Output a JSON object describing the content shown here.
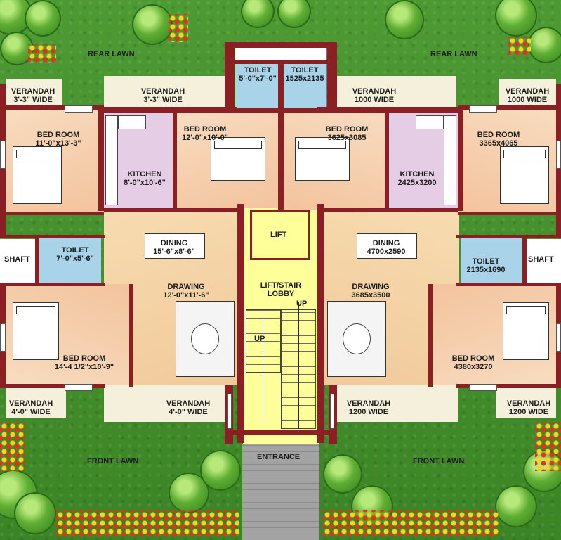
{
  "lawns": {
    "rear_left": "REAR LAWN",
    "rear_right": "REAR LAWN",
    "front_left": "FRONT LAWN",
    "front_right": "FRONT LAWN"
  },
  "entrance": "ENTRANCE",
  "core": {
    "lift": "LIFT",
    "lobby_line1": "LIFT/STAIR",
    "lobby_line2": "LOBBY",
    "up_top": "UP",
    "up_bottom": "UP"
  },
  "left_unit": {
    "toilet_top": {
      "name": "TOILET",
      "size": "5'-0\"x7'-0\""
    },
    "verandah_rear_outer": {
      "name": "VERANDAH",
      "size": "3'-3\" WIDE"
    },
    "verandah_rear_inner": {
      "name": "VERANDAH",
      "size": "3'-3\" WIDE"
    },
    "bedroom_rear": {
      "name": "BED ROOM",
      "size": "11'-0\"x13'-3\""
    },
    "kitchen": {
      "name": "KITCHEN",
      "size": "8'-0\"x10'-6\""
    },
    "bedroom_center": {
      "name": "BED ROOM",
      "size": "12'-0\"x10'-0\""
    },
    "shaft": "SHAFT",
    "toilet_side": {
      "name": "TOILET",
      "size": "7'-0\"x5'-6\""
    },
    "dining": {
      "name": "DINING",
      "size": "15'-6\"x8'-6\""
    },
    "drawing": {
      "name": "DRAWING",
      "size": "12'-0\"x11'-6\""
    },
    "bedroom_front": {
      "name": "BED ROOM",
      "size": "14'-4 1/2\"x10'-9\""
    },
    "verandah_front_outer": {
      "name": "VERANDAH",
      "size": "4'-0\" WIDE"
    },
    "verandah_front_inner": {
      "name": "VERANDAH",
      "size": "4'-0\" WIDE"
    }
  },
  "right_unit": {
    "toilet_top": {
      "name": "TOILET",
      "size": "1525x2135"
    },
    "verandah_rear_inner": {
      "name": "VERANDAH",
      "size": "1000 WIDE"
    },
    "verandah_rear_outer": {
      "name": "VERANDAH",
      "size": "1000 WIDE"
    },
    "bedroom_center": {
      "name": "BED ROOM",
      "size": "3625x3085"
    },
    "kitchen": {
      "name": "KITCHEN",
      "size": "2425x3200"
    },
    "bedroom_rear": {
      "name": "BED ROOM",
      "size": "3365x4065"
    },
    "dining": {
      "name": "DINING",
      "size": "4700x2590"
    },
    "toilet_side": {
      "name": "TOILET",
      "size": "2135x1690"
    },
    "shaft": "SHAFT",
    "drawing": {
      "name": "DRAWING",
      "size": "3685x3500"
    },
    "bedroom_front": {
      "name": "BED ROOM",
      "size": "4380x3270"
    },
    "verandah_front_inner": {
      "name": "VERANDAH",
      "size": "1200 WIDE"
    },
    "verandah_front_outer": {
      "name": "VERANDAH",
      "size": "1200 WIDE"
    }
  },
  "colors": {
    "wall": "#8a1f24",
    "lawn": "#4d9a33",
    "bedroom": "#f6d0b0",
    "kitchen": "#e6cde6",
    "toilet": "#a9d3e8",
    "living": "#f7dcb0",
    "lobby": "#ffff9a",
    "verandah": "#f4f0dc",
    "path": "#9a9a9a"
  }
}
